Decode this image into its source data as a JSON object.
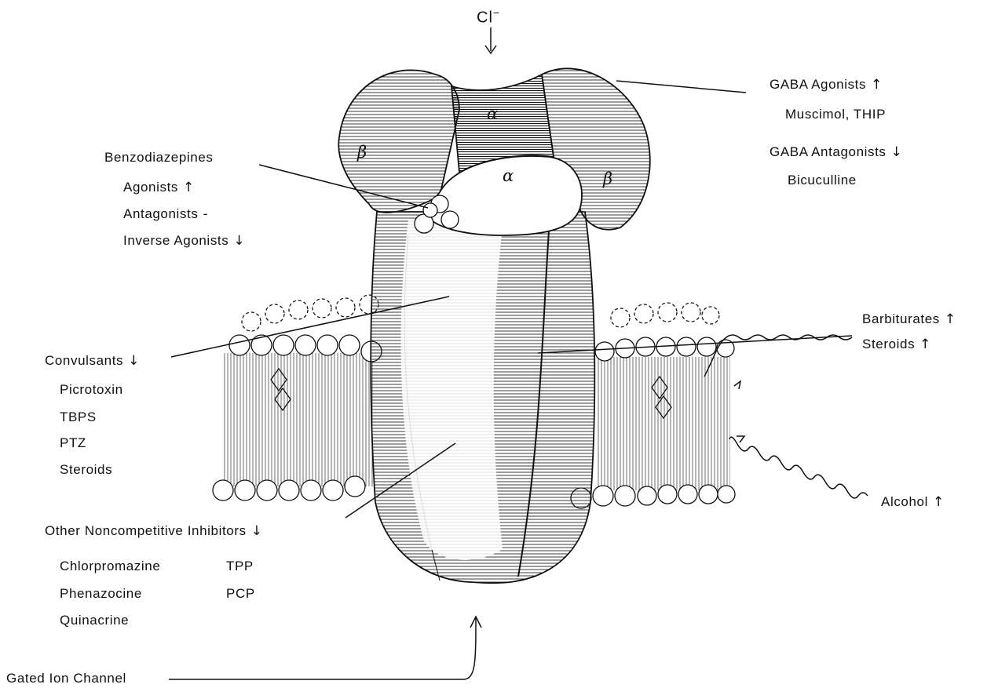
{
  "ion": {
    "symbol": "Cl",
    "charge": "−",
    "arrow": "↓"
  },
  "subunits": {
    "alpha": "α",
    "beta": "β"
  },
  "arrows": {
    "up": "↑",
    "down": "↓",
    "none": "-"
  },
  "labels": {
    "gaba_agonists": "GABA Agonists",
    "gaba_agonists_examples": "Muscimol, THIP",
    "gaba_antagonists": "GABA Antagonists",
    "gaba_antagonists_examples": "Bicuculline",
    "benzodiazepines": "Benzodiazepines",
    "bz_agonists": "Agonists",
    "bz_antagonists": "Antagonists",
    "bz_inverse_agonists": "Inverse Agonists",
    "convulsants": "Convulsants",
    "convulsant_items": [
      "Picrotoxin",
      "TBPS",
      "PTZ",
      "Steroids"
    ],
    "barbiturates": "Barbiturates",
    "steroids": "Steroids",
    "alcohol": "Alcohol",
    "other_inhibitors": "Other Noncompetitive Inhibitors",
    "other_inhibitors_col1": [
      "Chlorpromazine",
      "Phenazocine",
      "Quinacrine"
    ],
    "other_inhibitors_col2": [
      "TPP",
      "PCP"
    ],
    "gated_ion_channel": "Gated Ion Channel"
  }
}
